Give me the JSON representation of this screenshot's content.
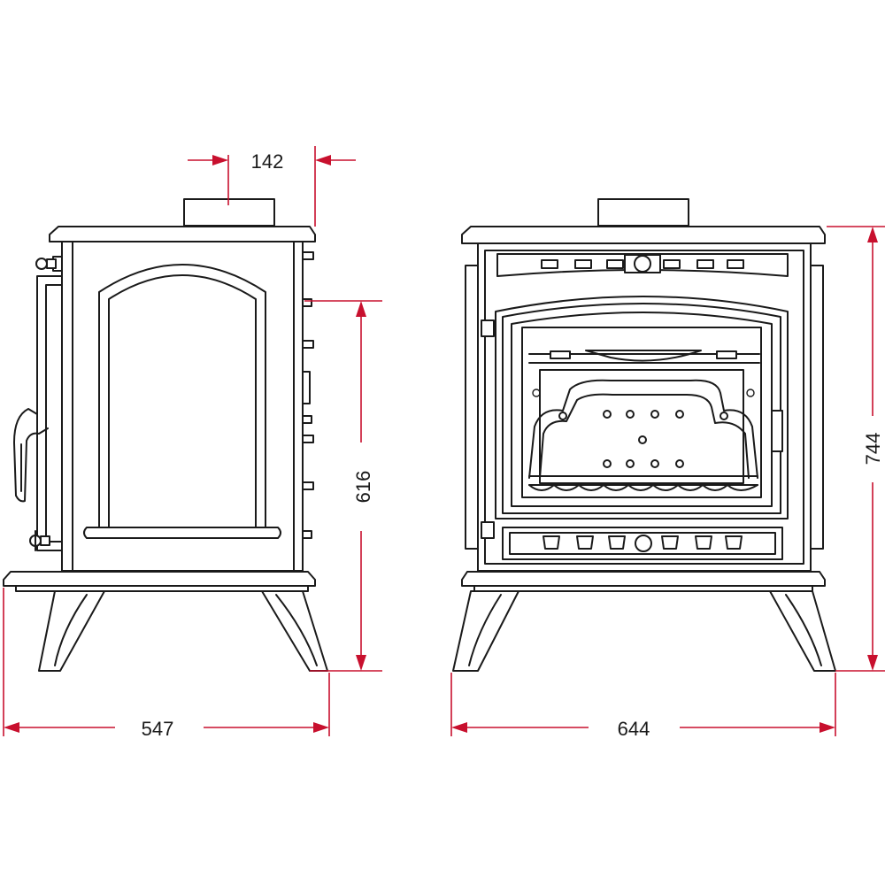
{
  "colors": {
    "dimension_line": "#c8102e",
    "outline": "#1a1a1a",
    "background": "#ffffff"
  },
  "dimensions": {
    "flue_width": "142",
    "side_height": "616",
    "side_depth": "547",
    "front_width": "644",
    "overall_height": "744"
  }
}
